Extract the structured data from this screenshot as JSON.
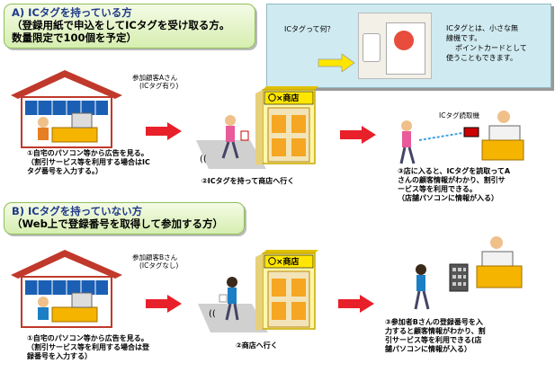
{
  "sectionA": {
    "title": "A) ICタグを持っている方",
    "line2": "（登録用紙で申込をしてICタグを受け取る方。",
    "line3": "数量限定で100個を予定）",
    "participant": "参加顧客Aさん",
    "participant_sub": "(ICタグ有り)",
    "store": "〇×商店",
    "reader": "ICタグ読取機",
    "step1": [
      "①自宅のパソコン等から広告を見る。",
      "（割引サービス等を利用する場合はIC",
      "タグ番号を入力する。）"
    ],
    "step2": "②ICタグを持って商店へ行く",
    "step3": [
      "③店に入ると、ICタグを読取ってA",
      "さんの顧客情報がわかり、割引サ",
      "ービス等を利用できる。",
      "（店舗パソコンに情報が入る）"
    ]
  },
  "callout": {
    "question": "ICタグって何？",
    "desc": [
      "ICタグとは、小さな無",
      "線機です。",
      "ポイントカードとして",
      "使うこともできます。"
    ]
  },
  "sectionB": {
    "title": "B) ICタグを持っていない方",
    "line2": "（Web上で登録番号を取得して参加する方）",
    "participant": "参加顧客Bさん",
    "participant_sub": "(ICタグなし)",
    "store": "〇×商店",
    "step1": [
      "①自宅のパソコン等から広告を見る。",
      "（割引サービス等を利用する場合は登",
      "録番号を入力する）"
    ],
    "step2": "②商店へ行く",
    "step3": [
      "③参加者Bさんの登録番号を入",
      "力すると顧客情報がわかり、割",
      "引サービス等を利用できる(店",
      "舗パソコンに情報が入る）"
    ]
  },
  "colors": {
    "arrow": "#e8202a",
    "banner_border": "#8fbf5a",
    "house_roof": "#c0392b",
    "store_sign": "#ffe600",
    "callout_bg": "#cfeaf0"
  }
}
